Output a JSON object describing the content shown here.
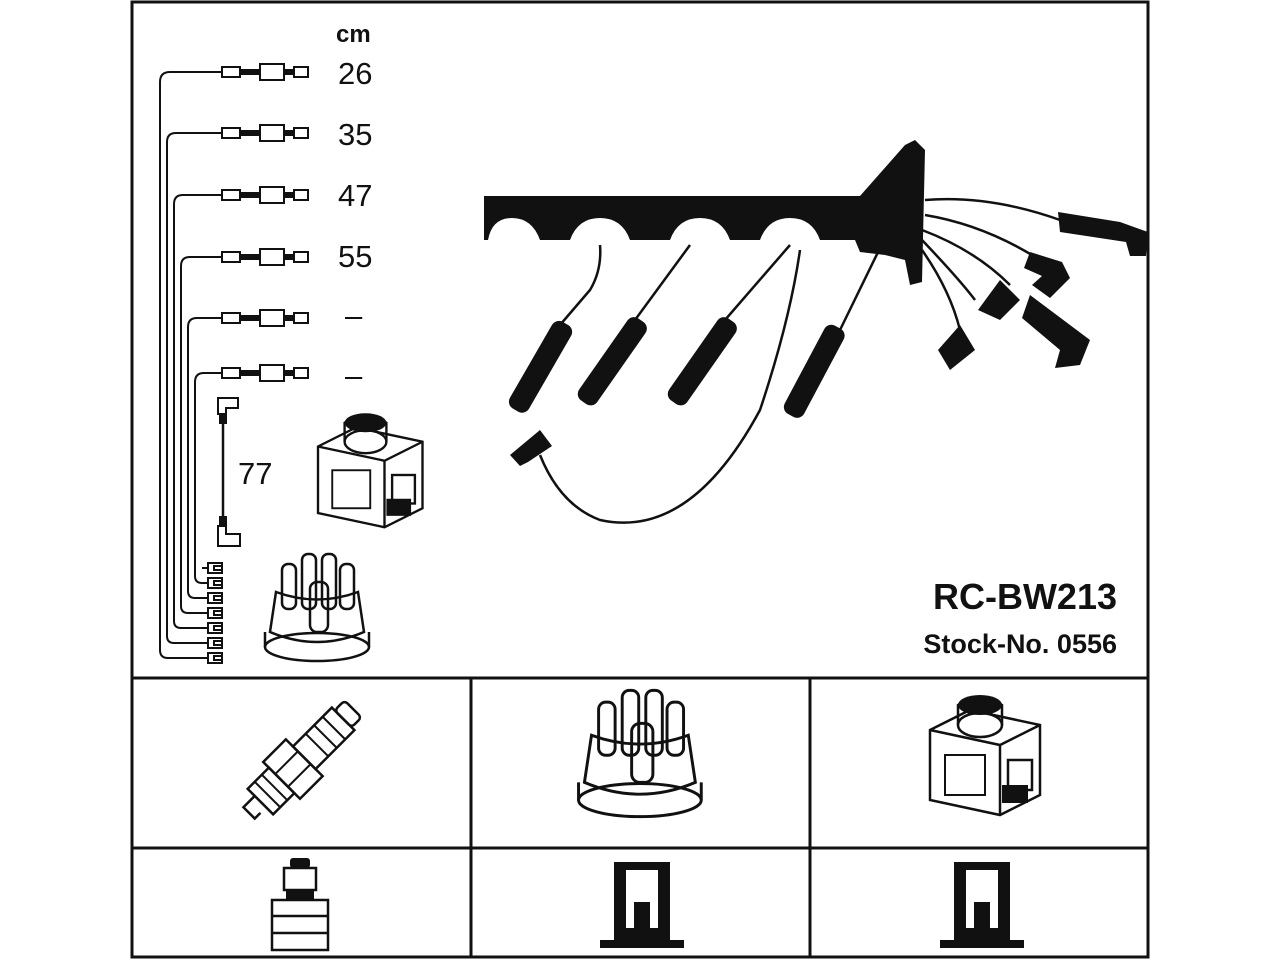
{
  "header": {
    "unit_label": "cm",
    "part_number": "RC-BW213",
    "stock_number": "Stock-No. 0556"
  },
  "lead_lengths": [
    {
      "label": "26"
    },
    {
      "label": "35"
    },
    {
      "label": "47"
    },
    {
      "label": "55"
    },
    {
      "label": "–"
    },
    {
      "label": "–"
    }
  ],
  "coil_lead": {
    "label": "77"
  },
  "colors": {
    "ink": "#111111",
    "background": "#ffffff"
  },
  "icons": {
    "spark_plug": "spark-plug-icon",
    "distributor_cap": "distributor-cap-icon",
    "ignition_coil": "ignition-coil-icon",
    "plug_terminal": "plug-terminal-icon",
    "cap_terminal": "cap-terminal-icon",
    "coil_terminal": "coil-terminal-icon"
  }
}
